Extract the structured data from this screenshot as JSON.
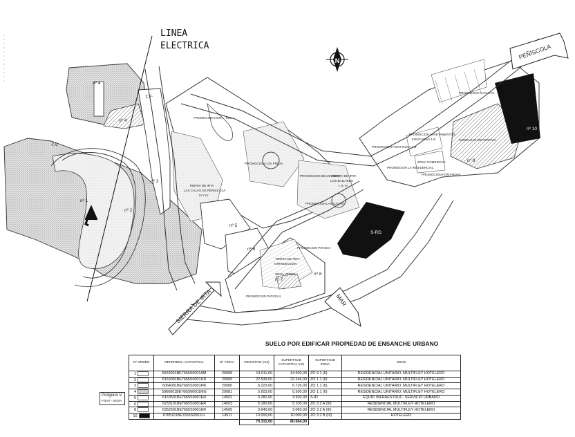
{
  "handwritten": {
    "line_1": "LINEA",
    "line_2": "ELECTRICA"
  },
  "compass": {
    "icon": "north-arrow-icon",
    "letter": "N"
  },
  "roads": {
    "peniscola": "PEÑÍSCOLA",
    "sierra_de_irta": "SIERRA DE IRTA",
    "mar": "MAR"
  },
  "map_labels": {
    "zv_1": "Z.V.",
    "zv_2": "Z.V.",
    "lot_1": "nº 1",
    "lot_2": "nº 2",
    "lot_3": "nº 3",
    "lot_4": "nº 4",
    "lot_4b": "nº 4",
    "lot_5": "nº 5",
    "lot_6": "nº 6",
    "lot_7": "nº 7",
    "lot_8": "nº 8",
    "lot_9": "nº 9",
    "lot_10": "nº 10",
    "promo_font_sol": "PROMOCION FONT - SOL",
    "tierra_calas_1": "TIERRA DE IRTA",
    "tierra_calas_2": "LAS CALAS DE PEÑISCOLA",
    "tierra_calas_3": "III Y IV",
    "promo_los_pinos": "PROMOCION LOS PINOS",
    "promo_belvedere": "PROMOCION BELVEDERE",
    "tierra_baliares_1": "TIERRA DE IRTA",
    "tierra_baliares_2": "LOS BALIARES",
    "tierra_baliares_3": "I, II, III",
    "promo_las_calas": "PROMOCION LAS CALAS",
    "promo_font_nova": "PROMOCION FONT-NOVA 1 B",
    "promo_apartamentos": "PROMOCION APARTAMENTOS",
    "promo_font_nova_2": "FONT-NOVA 1 B",
    "promo_la_residencial": "PROMOCION LA RESIDENCIAL",
    "zona_comercial": "ZONA COMERCIAL",
    "promo_font_nova_b": "PROMOCION FONT-NOVA",
    "promo_chalets": "PROMOCION CHALETS",
    "polideportivo": "COMPLEJO DEPORTIVO",
    "s_rd": "S-RD",
    "promo_patios_i": "PROMOCION PATIOS I",
    "tierra_torrebaudin_1": "TIERRA DE IRTA",
    "tierra_torrebaudin_2": "TORREBAUDIN",
    "promo_patios_ii": "PROMOCION PATIOS II",
    "zona_verde": "ZONA VERDE"
  },
  "caption": "SUELO POR EDIFICAR PROPIEDAD DE ENSANCHE URBANO",
  "legend_box": {
    "line1": "Polígono V",
    "line2": "FONT - NOVA"
  },
  "table": {
    "headers": {
      "orden": "Nº ORDEN",
      "ref": "REFERENC. CATASTRAL",
      "finca": "Nº FINCA",
      "registro": "REGISTRO (m2)",
      "catastral": "SUPERFICIE CATASTRAL m2)",
      "zona": "SUPERFICIE ZONA",
      "usos": "USOS"
    },
    "rows": [
      {
        "n": "1",
        "swatch": "#ffffff",
        "ref": "5663001BE7656S0001AM",
        "finca": "29068",
        "registro": "13.611,00",
        "catastral": "14.600,00",
        "zona": "ZO 3.1 (II)",
        "usos": "RESIDENCIAL UNITARIO, MULTIFLEY HOTELERO"
      },
      {
        "n": "2",
        "swatch": "#ffffff",
        "ref": "6163001BE7665S0001UR",
        "finca": "29069",
        "registro": "22.539,00",
        "catastral": "22.246,00",
        "zona": "ZO 1.1 (II)",
        "usos": "RESIDENCIAL UNITARIO, MULTIFLEY HOTELERO"
      },
      {
        "n": "3",
        "swatch": "#ffffff",
        "ref": "6064001BE7665S0001PR",
        "finca": "29080",
        "registro": "6.223,00",
        "catastral": "6.726,00",
        "zona": "ZO 1.1 (II)",
        "usos": "RESIDENCIAL UNITARIO, MULTIFLEY HOTELERO"
      },
      {
        "n": "4",
        "swatch": "#cfcfcf",
        "ref": "5966001BE7665N0001MG",
        "finca": "29081",
        "registro": "5.603,00",
        "catastral": "5.500,00",
        "zona": "ZO 1.1 (II)",
        "usos": "RESIDENCIAL UNITARIO, MULTIFLEY HOTELERO"
      },
      {
        "n": "5",
        "swatch": "#ffffff",
        "ref": "6163501BE7665S0001ER",
        "finca": "14502",
        "registro": "3.282,00",
        "catastral": "3.930,00",
        "zona": "S-ID",
        "usos": "EQUIP. INFRAESTRUC- SERVICIO URBANO"
      },
      {
        "n": "6",
        "swatch": "#ffffff",
        "ref": "6253101BE7665S0001ER",
        "finca": "14503",
        "registro": "5.180,00",
        "catastral": "5.100,00",
        "zona": "ZO 3.2 A (III)",
        "usos": "RESIDENCIAL MULTIFLEY HOTELERO"
      },
      {
        "n": "8",
        "swatch": "#ffffff",
        "ref": "6352501BE7665S0001KR",
        "finca": "14505",
        "registro": "3.640,00",
        "catastral": "3.060,00",
        "zona": "ZO 3.2 A (III)",
        "usos": "RESIDENCIAL MULTIFLEY HOTELERO"
      },
      {
        "n": "10",
        "swatch": "#111111",
        "ref": "6765101BE7665S0001LL",
        "finca": "14511",
        "registro": "10.000,00",
        "catastral": "10.000,00",
        "zona": "ZO 3.2 B (III)",
        "usos": "HOTELERO"
      }
    ],
    "totals": {
      "registro": "79.315,00",
      "catastral": "80.664,00"
    }
  }
}
